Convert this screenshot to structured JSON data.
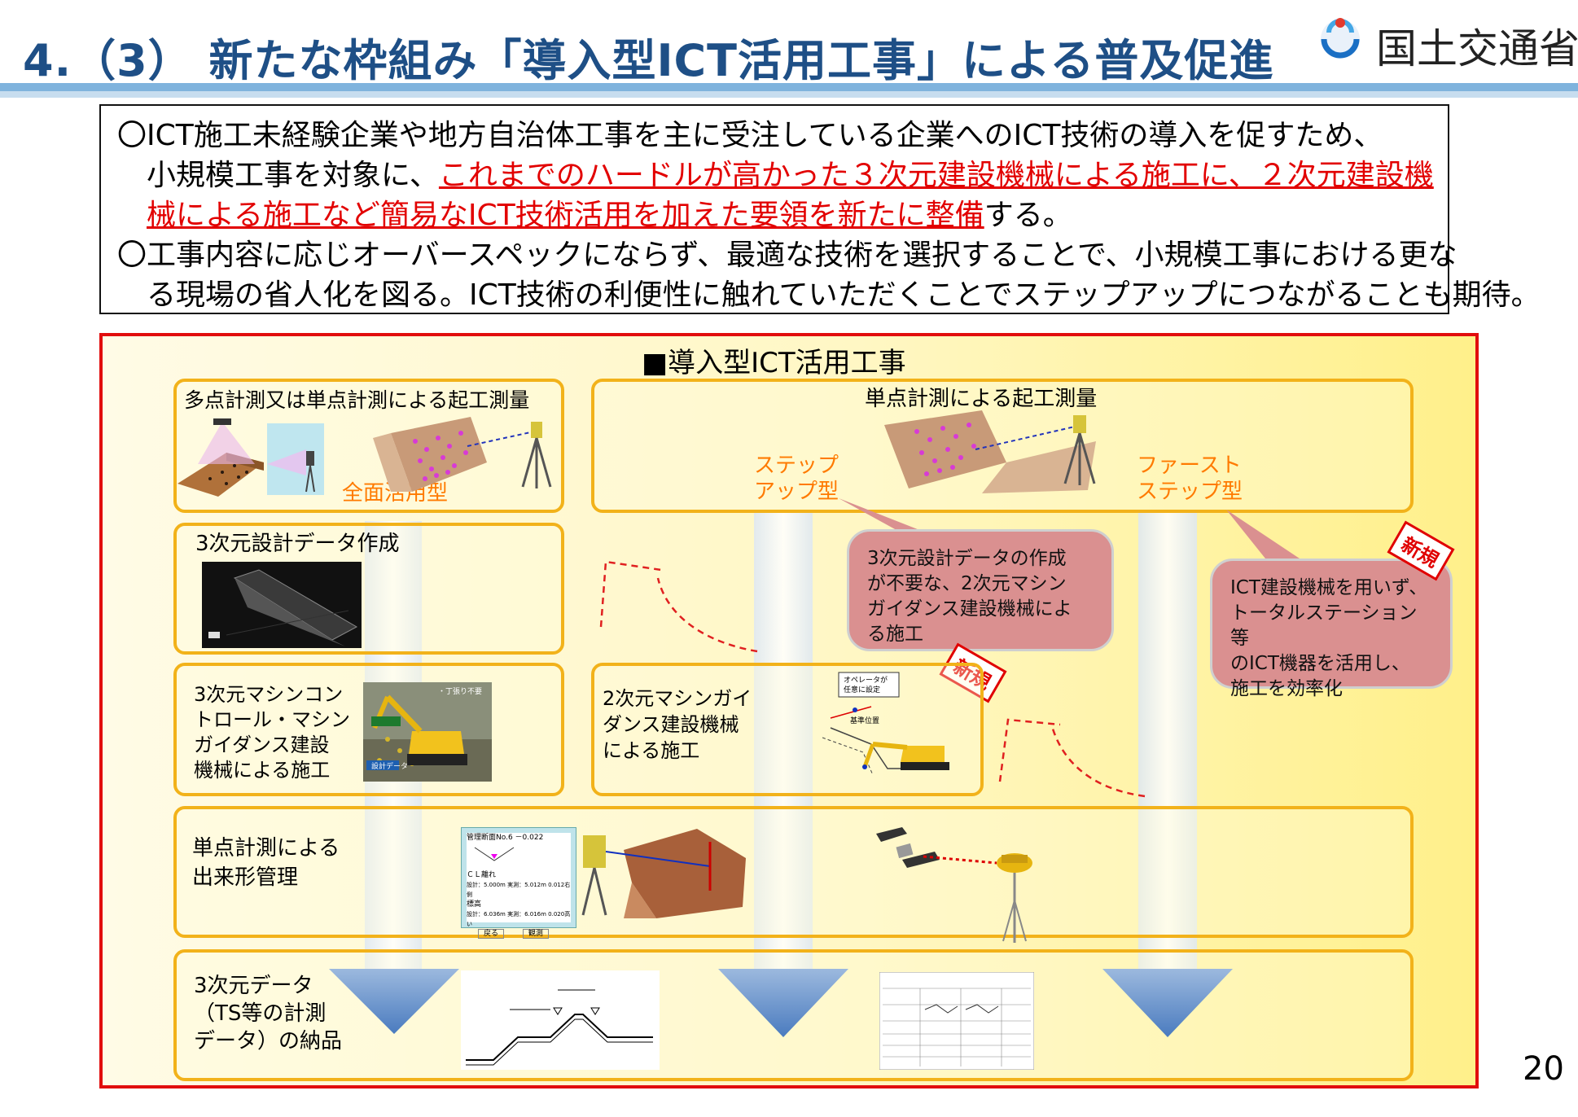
{
  "header": {
    "title": "4.（3） 新たな枠組み「導入型ICT活用工事」による普及促進",
    "logo_text": "国土交通省"
  },
  "intro": {
    "lines": [
      {
        "pre": "〇ICT施工未経験企業や地方自治体工事を主に受注している企業へのICT技術の導入を促すため、",
        "red": "",
        "post": ""
      },
      {
        "pre": "　小規模工事を対象に、",
        "red": "これまでのハードルが高かった３次元建設機械による施工に、２次元建設機",
        "post": ""
      },
      {
        "pre": "　",
        "red": "械による施工など簡易なICT技術活用を加えた要領を新たに整備",
        "post": "する。"
      },
      {
        "pre": "〇工事内容に応じオーバースペックにならず、最適な技術を選択することで、小規模工事における更な",
        "red": "",
        "post": ""
      },
      {
        "pre": "　る現場の省人化を図る。ICT技術の利便性に触れていただくことでステップアップにつながることも期待。",
        "red": "",
        "post": ""
      }
    ]
  },
  "diagram": {
    "title": "■導入型ICT活用工事",
    "survey_multi": "多点計測又は単点計測による起工測量",
    "survey_single": "単点計測による起工測量",
    "full_type": "全面活用型",
    "stepup_type": [
      "ステップ",
      "アップ型"
    ],
    "first_type": [
      "ファースト",
      "ステップ型"
    ],
    "design_data": "3次元設計データ作成",
    "mc_construction": [
      "3次元マシンコン",
      "トロール・マシン",
      "ガイダンス建設",
      "機械による施工"
    ],
    "mg2d_construction": [
      "2次元マシンガイ",
      "ダンス建設機械",
      "による施工"
    ],
    "single_point_mgmt": [
      "単点計測による",
      "出来形管理"
    ],
    "delivery": [
      "3次元データ",
      "（TS等の計測",
      "データ）の納品"
    ],
    "bubble_stepup": [
      "3次元設計データの作成",
      "が不要な、2次元マシン",
      "ガイダンス建設機械によ",
      "る施工"
    ],
    "bubble_first": [
      "ICT建設機械を用いず、",
      "トータルステーション等",
      "のICT機器を活用し、",
      "施工を効率化"
    ],
    "new_tag": "新規",
    "img_excavator_labels": [
      "・丁張り不要",
      "設計データ"
    ],
    "img_operator_label": [
      "オペレータが",
      "任意に設定"
    ],
    "img_base_label": "基準位置",
    "img_screen_label": "管理断面No.6 －0.022",
    "img_screen_rows": [
      "ＣＬ離れ",
      "設計：5.000m 実測：5.012m 0.012右側",
      "標高",
      "設計：6.036m 実測：6.016m 0.020高い"
    ],
    "img_screen_buttons": [
      "戻る",
      "観測"
    ]
  },
  "page_number": "20"
}
